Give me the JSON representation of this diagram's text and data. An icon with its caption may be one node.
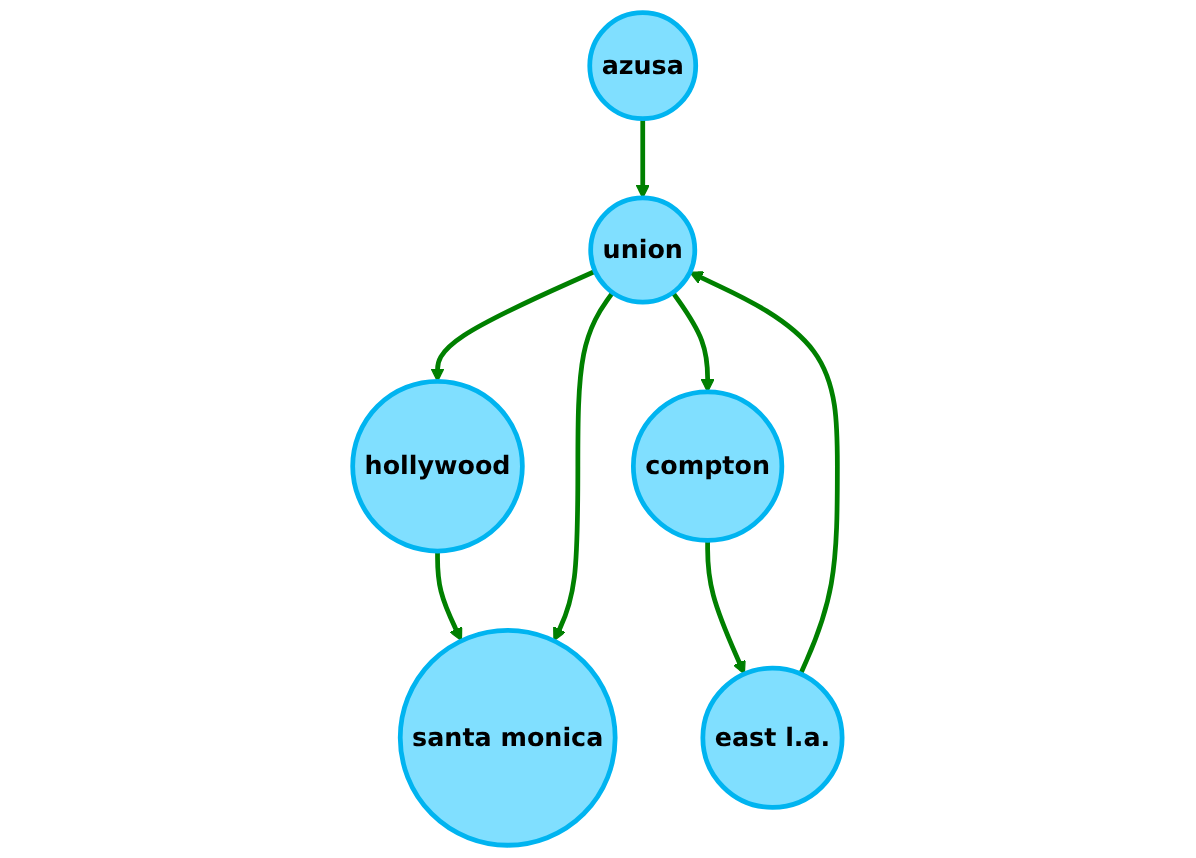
{
  "diagram": {
    "nodes": [
      {
        "text": [
          "hollywood"
        ]
      },
      {
        "text": [
          "azusa"
        ]
      },
      {
        "text": [
          "union"
        ]
      },
      {
        "text": [
          "east l.a."
        ]
      },
      {
        "text": [
          "santa monica"
        ]
      },
      {
        "text": [
          "compton"
        ]
      }
    ],
    "edges": [
      {
        "from": 0,
        "to": 4,
        "arrow": "to"
      },
      {
        "from": 2,
        "to": 0,
        "arrow": "to"
      },
      {
        "from": 2,
        "to": 4,
        "arrow": "to"
      },
      {
        "from": 1,
        "to": 2,
        "arrow": "to"
      },
      {
        "from": 3,
        "to": 2,
        "arrow": "to"
      },
      {
        "from": 2,
        "to": 5,
        "arrow": "to"
      },
      {
        "from": 5,
        "to": 3,
        "arrow": "to"
      }
    ]
  }
}
